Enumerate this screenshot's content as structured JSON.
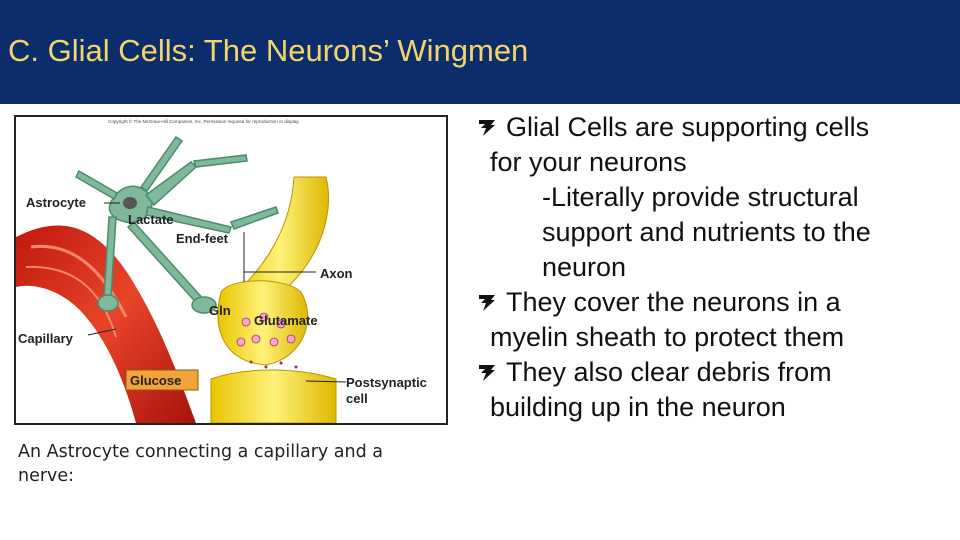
{
  "slide": {
    "title": "C. Glial Cells: The Neurons’ Wingmen",
    "colors": {
      "title_bar": "#0b2d6b",
      "title_text": "#f2d66b"
    }
  },
  "figure": {
    "copyright": "Copyright © The McGraw-Hill Companies, Inc. Permission required for reproduction or display.",
    "labels": {
      "astrocyte": "Astrocyte",
      "lactate": "Lactate",
      "end_feet": "End-feet",
      "axon": "Axon",
      "gln": "Gln",
      "glutamate": "Glutamate",
      "capillary": "Capillary",
      "glucose": "Glucose",
      "postsynaptic": "Postsynaptic",
      "cell": "cell"
    },
    "caption": "An Astrocyte connecting a capillary and a nerve:"
  },
  "bullets": [
    {
      "icon": "wingding-bullet-icon",
      "line1": "Glial Cells are supporting cells",
      "rest": "for your neurons",
      "sub": [
        "-Literally provide structural",
        "support and nutrients to the",
        "neuron"
      ]
    },
    {
      "icon": "wingding-bullet-icon",
      "line1": "They cover the neurons in a",
      "rest": "myelin sheath to protect them",
      "sub": []
    },
    {
      "icon": "wingding-bullet-icon",
      "line1": "They also clear debris from",
      "rest": "building up in the neuron",
      "sub": []
    }
  ]
}
